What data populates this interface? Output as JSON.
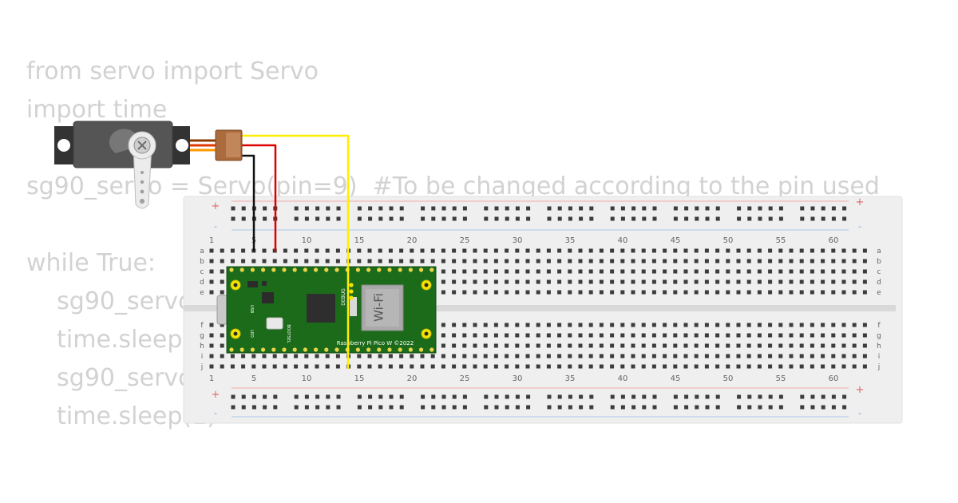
{
  "code": {
    "lines": [
      "from servo import Servo",
      "import time",
      "",
      "sg90_servo = Servo(pin=9)  #To be changed according to the pin used",
      "",
      "while True:",
      "    sg90_servo",
      "    time.sleep(",
      "    sg90_servo",
      "    time.sleep(1)"
    ]
  },
  "breadboard": {
    "column_numbers": [
      "1",
      "5",
      "10",
      "15",
      "20",
      "25",
      "30",
      "35",
      "40",
      "45",
      "50",
      "55",
      "60"
    ],
    "row_letters_top": [
      "a",
      "b",
      "c",
      "d",
      "e"
    ],
    "row_letters_bottom": [
      "f",
      "g",
      "h",
      "i",
      "j"
    ],
    "rail_plus": "+",
    "rail_minus": "-"
  },
  "pico": {
    "board_label": "Raspberry Pi Pico W ©2022",
    "wifi_label": "Wi-Fi",
    "debug_label": "DEBUG",
    "bootsel_label": "BOOTSEL",
    "usb_label": "USB",
    "led_label": "LED"
  },
  "colors": {
    "wire_signal": "#ffee00",
    "wire_power": "#dd0000",
    "wire_ground": "#111111",
    "pico_pcb": "#1b6b1a",
    "servo_body": "#555555",
    "breadboard": "#efefef"
  }
}
